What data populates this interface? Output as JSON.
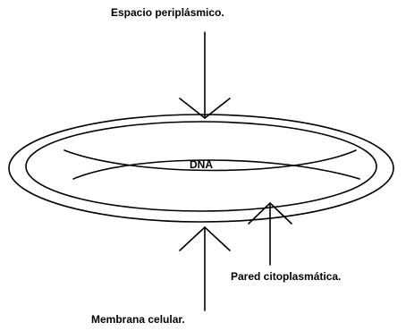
{
  "labels": {
    "periplasmic_space": "Espacio periplásmico.",
    "dna": "DNA",
    "cytoplasmic_wall": "Pared citoplasmática.",
    "cell_membrane": "Membrana celular."
  },
  "colors": {
    "ink": "#000000",
    "background": "#ffffff"
  }
}
